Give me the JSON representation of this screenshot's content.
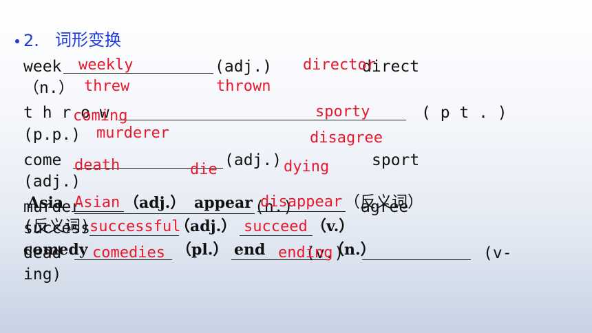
{
  "heading": {
    "number": "2.",
    "title": "词形变换"
  },
  "exercise_lines": {
    "l1_week": "week",
    "l1_adj": "(adj.)",
    "l1_direct": "direct",
    "l2_n": "（n.）",
    "l3_throw": "t h r o w",
    "l3_pt": "( p t . )",
    "l4_pp": "(p.p.)",
    "l5_come": "come",
    "l5_adj": "(adj.)",
    "l5_sport": "sport",
    "l6_adj": "(adj.)",
    "l7_murder": "murder",
    "l7_n": "(n.)",
    "l7_agree": "agree",
    "l8_success": "success",
    "l9_dead": "dead",
    "l9_v": "(v.)",
    "l9_v2": "(v-",
    "l10_ing": "ing)"
  },
  "overlay_lines": {
    "asia": "Asia",
    "asia_adj": "（adj.）",
    "appear": "appear",
    "antonym1": "（反义词）",
    "antonym2": "(反义词)",
    "succ_adj": "（adj.）",
    "succ_v": "（v.）",
    "comedy": "comedy",
    "comedy_pl": "（pl.）",
    "end": "end",
    "end_n": "（n.）"
  },
  "answers": {
    "weekly": "weekly",
    "director": "director",
    "threw": "threw",
    "thrown": "thrown",
    "coming": "coming",
    "sporty": "sporty",
    "murderer": "murderer",
    "disagree": "disagree",
    "death": "death",
    "die": "die",
    "dying": "dying",
    "asian": "Asian",
    "disappear": "disappear",
    "successful": "successful",
    "succeed": "succeed",
    "comedies": "comedies",
    "ending": "ending"
  },
  "colors": {
    "answer": "#e8192c",
    "heading": "#1f3ad4",
    "text": "#111111"
  }
}
